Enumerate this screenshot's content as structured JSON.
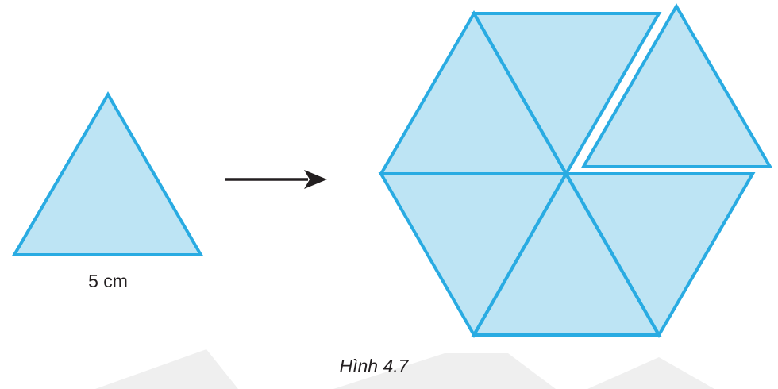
{
  "figure": {
    "side_label": "5 cm",
    "caption": "Hình 4.7"
  },
  "colors": {
    "fill": "#bde4f4",
    "stroke": "#29abe2",
    "arrow": "#231f20",
    "text": "#231f20",
    "watermark": "#efefef"
  },
  "hexagon": {
    "piece_count": 6,
    "detached_pieces": 1
  }
}
